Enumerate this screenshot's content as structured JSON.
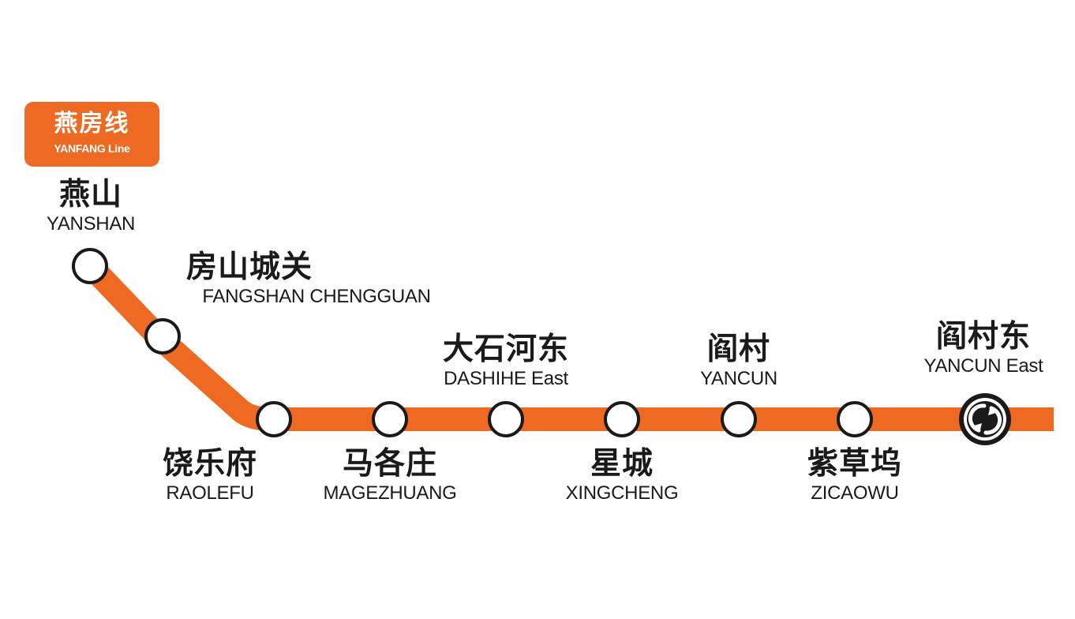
{
  "line": {
    "name_cn": "燕房线",
    "name_en": "YANFANG Line",
    "color": "#ee6a23"
  },
  "stations": [
    {
      "id": "yanshan",
      "cn": "燕山",
      "en": "YANSHAN",
      "type": "terminal-station"
    },
    {
      "id": "fangshan-chengguan",
      "cn": "房山城关",
      "en": "FANGSHAN CHENGGUAN",
      "type": "station"
    },
    {
      "id": "raolefu",
      "cn": "饶乐府",
      "en": "RAOLEFU",
      "type": "station"
    },
    {
      "id": "magezhuang",
      "cn": "马各庄",
      "en": "MAGEZHUANG",
      "type": "station"
    },
    {
      "id": "dashihe-east",
      "cn": "大石河东",
      "en": "DASHIHE East",
      "type": "station"
    },
    {
      "id": "xingcheng",
      "cn": "星城",
      "en": "XINGCHENG",
      "type": "station"
    },
    {
      "id": "yancun",
      "cn": "阎村",
      "en": "YANCUN",
      "type": "station"
    },
    {
      "id": "zicaowu",
      "cn": "紫草坞",
      "en": "ZICAOWU",
      "type": "station"
    },
    {
      "id": "yancun-east",
      "cn": "阎村东",
      "en": "YANCUN East",
      "type": "interchange-station"
    }
  ],
  "colors": {
    "station_fill": "#ffffff",
    "station_stroke": "#1a1a1a",
    "text": "#1a1a1a",
    "badge_text": "#ffffff"
  },
  "icons": {
    "interchange": "interchange-icon"
  }
}
